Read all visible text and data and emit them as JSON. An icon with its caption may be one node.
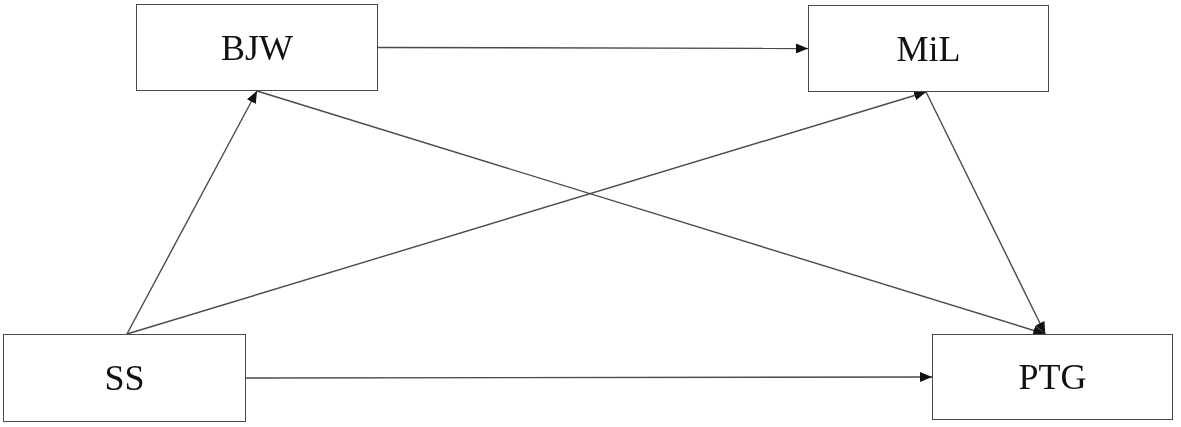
{
  "diagram": {
    "nodes": [
      {
        "text": [
          "BJW"
        ]
      },
      {
        "text": [
          "MiL"
        ]
      },
      {
        "text": [
          "SS"
        ]
      },
      {
        "text": [
          "PTG"
        ]
      }
    ],
    "edges": [
      {
        "from": 0,
        "to": 1,
        "arrow": "to"
      },
      {
        "from": 2,
        "to": 0,
        "arrow": "to"
      },
      {
        "from": 2,
        "to": 1,
        "arrow": "to"
      },
      {
        "from": 0,
        "to": 3,
        "arrow": "to"
      },
      {
        "from": 1,
        "to": 3,
        "arrow": "to"
      },
      {
        "from": 2,
        "to": 3,
        "arrow": "to"
      }
    ]
  }
}
